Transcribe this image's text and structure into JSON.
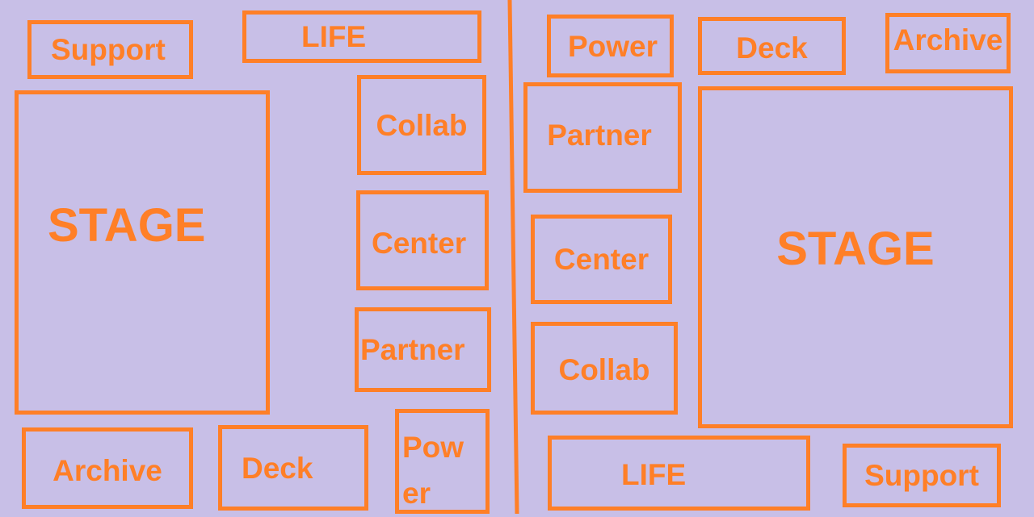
{
  "colors": {
    "background": "#c8bfe7",
    "accent": "#ff7f27"
  },
  "left_side": {
    "support": "Support",
    "life": "LIFE",
    "stage": "STAGE",
    "collab": "Collab",
    "center": "Center",
    "partner": "Partner",
    "archive": "Archive",
    "deck": "Deck",
    "power_line1": "Pow",
    "power_line2": "er"
  },
  "right_side": {
    "power": "Power",
    "deck": "Deck",
    "archive": "Archive",
    "partner": "Partner",
    "stage": "STAGE",
    "center": "Center",
    "collab": "Collab",
    "life": "LIFE",
    "support": "Support"
  }
}
